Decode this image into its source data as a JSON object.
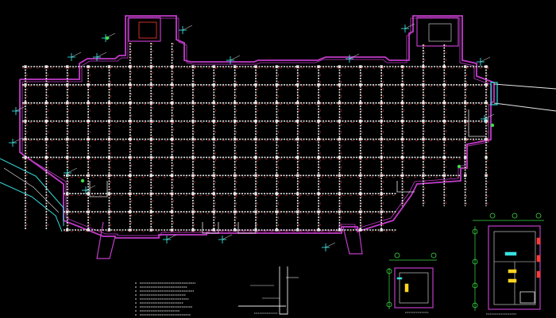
{
  "drawing": {
    "background": "#000000",
    "colors": {
      "wall": "#c03cc8",
      "column_grid": "#e8e8e8",
      "beam_red": "#ff3a3a",
      "cyan": "#36e0e0",
      "green": "#3ddc46",
      "yellow": "#ffd51e",
      "white": "#ffffff"
    },
    "grid": {
      "columns": 22,
      "rows": 9
    },
    "notes": {
      "line_count": 10
    },
    "details": [
      {
        "id": "section-detail"
      },
      {
        "id": "room-detail-small"
      },
      {
        "id": "room-detail-large"
      }
    ]
  }
}
